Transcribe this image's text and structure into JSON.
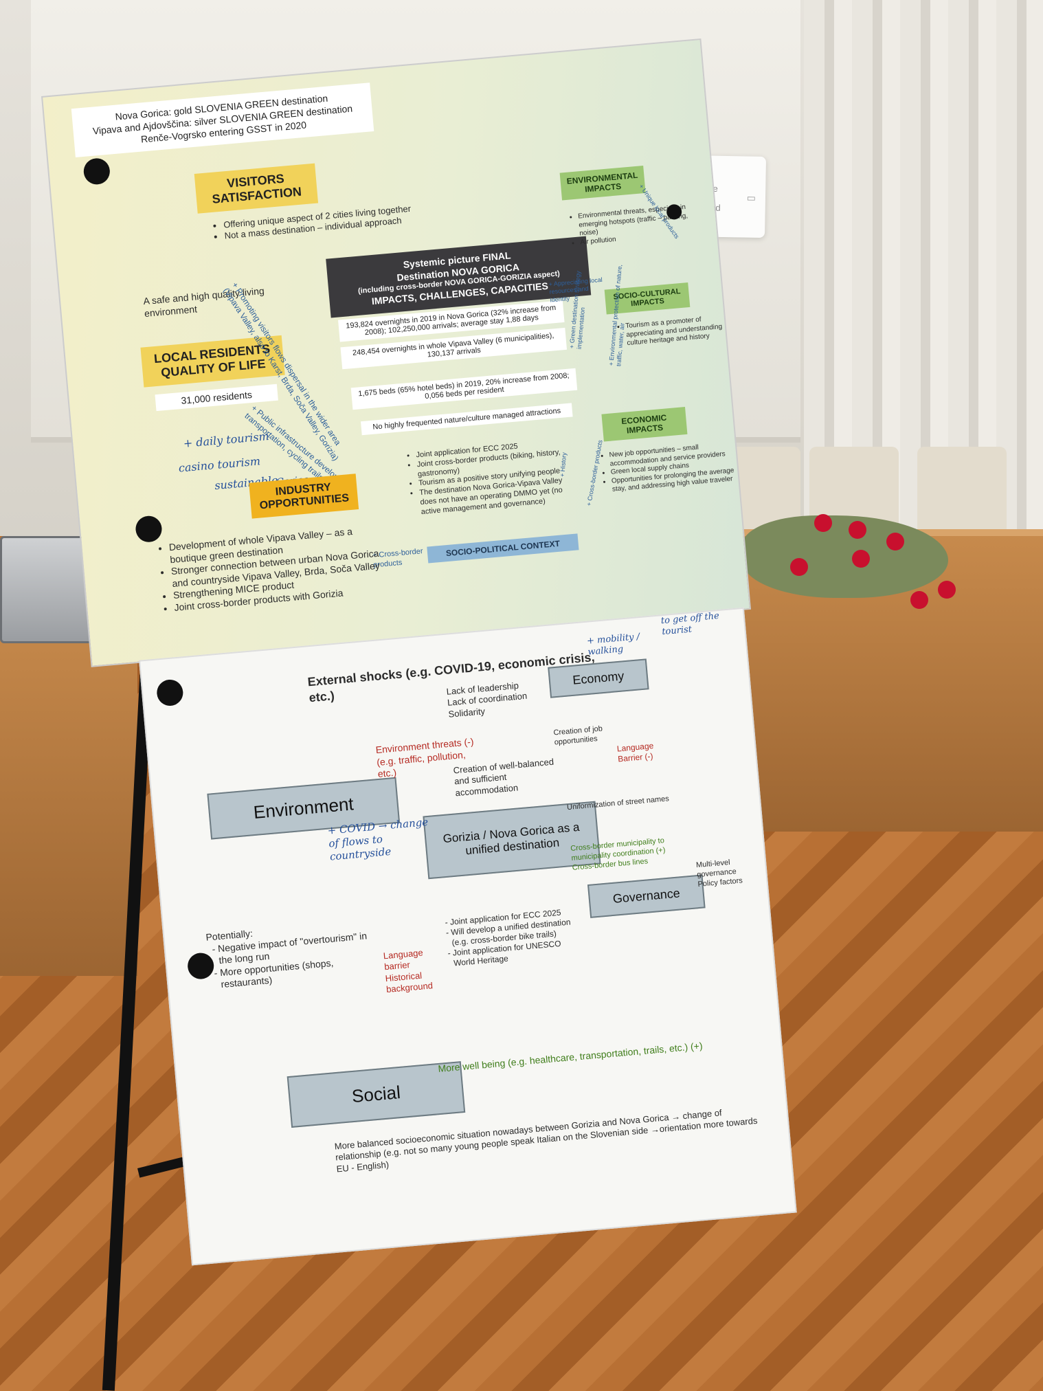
{
  "toast": {
    "title": "Status Message",
    "subtitle": "No Source Found",
    "icon_left": "sign-in-icon",
    "icon_right": "device-icon"
  },
  "poster": {
    "header_lines": [
      "Nova Gorica: gold SLOVENIA GREEN destination",
      "Vipava and Ajdovščina: silver SLOVENIA GREEN destination",
      "Renče-Vogrsko entering GSST in 2020"
    ],
    "visitors": {
      "title": "VISITORS SATISFACTION",
      "bullets": [
        "Offering unique aspect of 2 cities living together",
        "Not a mass destination – individual approach"
      ]
    },
    "safe_living": "A safe and high quality living environment",
    "local_residents": {
      "title": "LOCAL RESIDENTS QUALITY OF LIFE",
      "residents": "31,000 residents"
    },
    "systemic": {
      "line1": "Systemic picture FINAL",
      "line2": "Destination NOVA GORICA",
      "line3": "(including cross-border NOVA GORICA-GORIZIA aspect)",
      "line4": "IMPACTS, CHALLENGES, CAPACITIES"
    },
    "stats": {
      "overnights": "193,824 overnights in 2019 in Nova Gorica (32% increase from 2008); 102,250,000 arrivals; average stay 1,88 days",
      "vipava": "248,454 overnights in whole Vipava Valley (6 municipalities), 130,137 arrivals",
      "beds": "1,675 beds (65% hotel beds) in 2019, 20% increase from 2008; 0,056 beds per resident",
      "attractions": "No highly frequented nature/culture managed attractions"
    },
    "environmental": {
      "title": "ENVIRONMENTAL IMPACTS",
      "bullets": [
        "Environmental threats, especially in emerging hotspots (traffic – parking, noise)",
        "Air pollution"
      ]
    },
    "socio_cultural": {
      "title": "SOCIO-CULTURAL IMPACTS",
      "bullets": [
        "Tourism as a promoter of appreciating and understanding culture heritage and history"
      ]
    },
    "economic": {
      "title": "ECONOMIC IMPACTS",
      "bullets": [
        "New job opportunities – small accommodation and service providers",
        "Green local supply chains",
        "Opportunities for prolonging the average stay, and addressing high value traveler"
      ]
    },
    "industry": {
      "title": "INDUSTRY OPPORTUNITIES",
      "bullets": [
        "Development of whole Vipava Valley – as a boutique green destination",
        "Stronger connection between urban Nova Gorica and countryside Vipava Valley, Brda, Soča Valley",
        "Strengthening MICE product",
        "Joint cross-border products with Gorizia"
      ]
    },
    "socio_political": {
      "title": "SOCIO-POLITICAL CONTEXT",
      "bullets": [
        "Joint application for ECC 2025",
        "Joint cross-border products (biking, history, gastronomy)",
        "Tourism as a positive story unifying people",
        "The destination Nova Gorica-Vipava Valley does not have an operating DMMO yet (no active management and governance)"
      ]
    },
    "arrow_labels": {
      "promoting": "+ Promoting visitors flows dispersal in the wider area (Vipava Valley, also to Karst, Brda, Soča Valley, Gorizia)",
      "infrastructure": "+ Public infrastructure development, transportation, cycling trails",
      "appreciating": "+ Appreciating local resources and identity",
      "green_strategy": "+ Green destination strategy implementation",
      "environmental_protection": "+ Environmental protection of nature, traffic, water, air",
      "cross_border_products": "+ Cross-border products",
      "history": "+ History",
      "cross_border_prod2": "+ Cross-border products",
      "unique": "+ Unique local products"
    },
    "handwriting_top": [
      "+ daily tourism",
      "casino tourism",
      "sustainable",
      "Gorica"
    ],
    "bottom": {
      "external_shocks": "External shocks (e.g. COVID-19, economic crisis, etc.)",
      "lack_list": [
        "Lack of leadership",
        "Lack of coordination",
        "Solidarity"
      ],
      "economy": "Economy",
      "environment": "Environment",
      "central": "Gorizia / Nova Gorica as a unified destination",
      "governance": "Governance",
      "social": "Social",
      "env_threats": "Environment threats (-) (e.g. traffic, pollution, etc.)",
      "creation": "Creation of well-balanced and sufficient accommodation",
      "job": "Creation of job opportunities",
      "language_barrier_red": "Language Barrier (-)",
      "unification": "Uniformization of street names",
      "cross_border_muni": "Cross-border municipality to municipality coordination (+) Cross-border bus lines",
      "multilevel": "Multi-level governance Policy factors",
      "potentially": "Potentially:",
      "potentially_items": [
        "Negative impact of \"overtourism\" in the long run",
        "More opportunities (shops, restaurants)"
      ],
      "joint_items": [
        "Joint application for ECC 2025",
        "Will develop a unified destination (e.g. cross-border bike trails)",
        "Joint application for UNESCO World Heritage"
      ],
      "lang_hist": [
        "Language barrier",
        "Historical background"
      ],
      "well_being": "More well being (e.g. healthcare, transportation, trails, etc.) (+)",
      "balanced": "More balanced socioeconomic situation nowadays between Gorizia and Nova Gorica → change of relationship (e.g. not so many young people speak Italian on the Slovenian side →orientation more towards EU - English)",
      "handwriting": [
        "+ COVID → change of flows to countryside",
        "+ mobility / walking",
        "to get off the tourist"
      ]
    }
  }
}
